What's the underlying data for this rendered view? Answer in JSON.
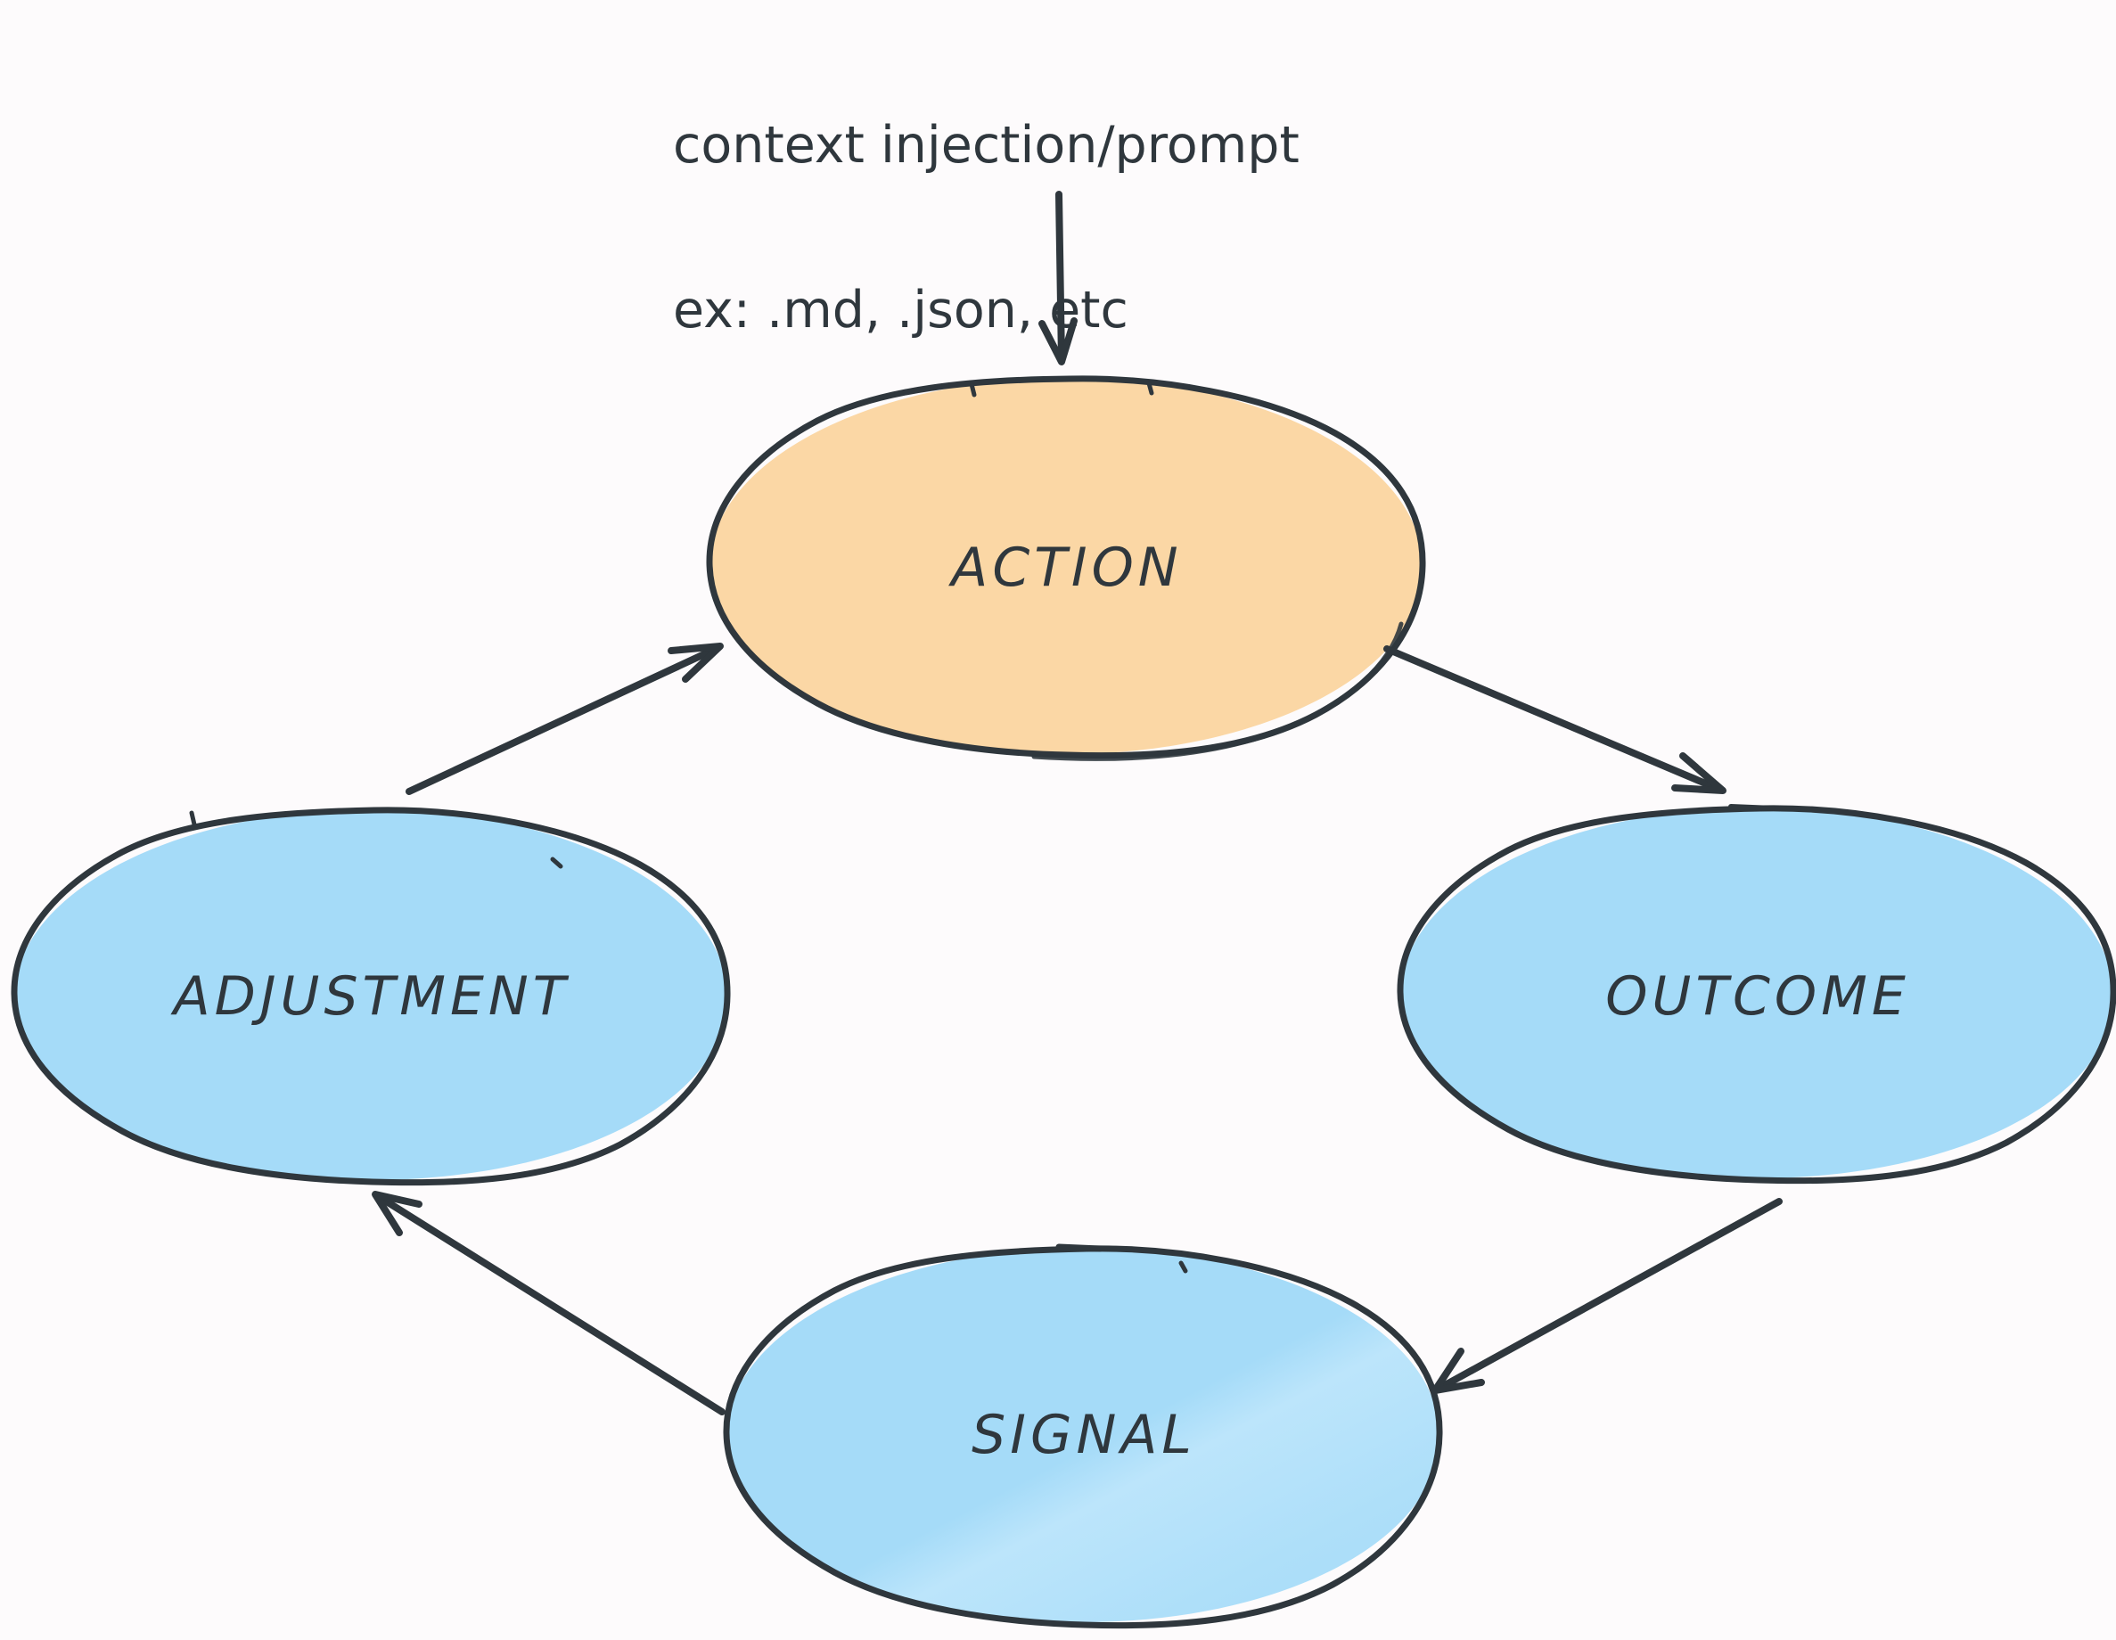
{
  "diagram": {
    "title": "Action feedback loop",
    "background_color": "#fdfbfc",
    "stroke_color": "#2f373d",
    "style": "hand-drawn sketch"
  },
  "annotation": {
    "line1": "context injection/prompt",
    "line2": "ex: .md, .json, etc"
  },
  "nodes": [
    {
      "id": "action",
      "label": "ACTION",
      "fill": "#fbd7a5",
      "shape": "ellipse",
      "position": "top"
    },
    {
      "id": "outcome",
      "label": "OUTCOME",
      "fill": "#a5dbf8",
      "shape": "ellipse",
      "position": "right"
    },
    {
      "id": "signal",
      "label": "SIGNAL",
      "fill": "#a5dbf8",
      "shape": "ellipse",
      "position": "bottom"
    },
    {
      "id": "adjustment",
      "label": "ADJUSTMENT",
      "fill": "#a5dbf8",
      "shape": "ellipse",
      "position": "left"
    }
  ],
  "edges": [
    {
      "id": "input-to-action",
      "from": "context injection/prompt",
      "to": "ACTION",
      "direction": "down"
    },
    {
      "id": "action-to-outcome",
      "from": "ACTION",
      "to": "OUTCOME",
      "direction": "down-right"
    },
    {
      "id": "outcome-to-signal",
      "from": "OUTCOME",
      "to": "SIGNAL",
      "direction": "down-left"
    },
    {
      "id": "signal-to-adjustment",
      "from": "SIGNAL",
      "to": "ADJUSTMENT",
      "direction": "up-left"
    },
    {
      "id": "adjustment-to-action",
      "from": "ADJUSTMENT",
      "to": "ACTION",
      "direction": "up-right"
    }
  ]
}
